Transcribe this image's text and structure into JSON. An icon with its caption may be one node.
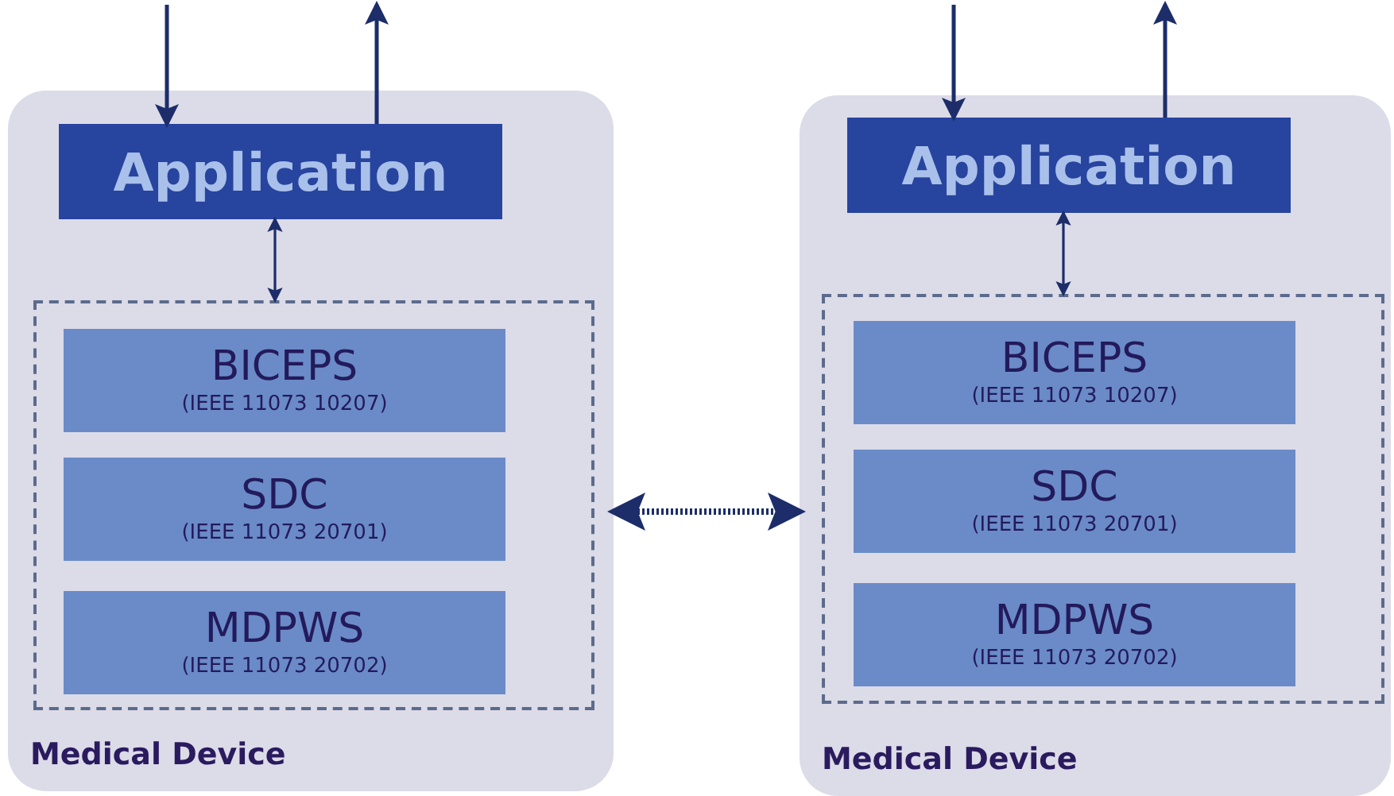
{
  "diagram": {
    "nodes": [
      {
        "text": [
          "Medical Device"
        ]
      },
      {
        "text": [
          "Application"
        ],
        "in": 0
      },
      {
        "text": [],
        "shape": "box",
        "in": 0
      },
      {
        "text": [
          "BICEPS",
          "(IEEE 11073 10207)"
        ],
        "in": 2
      },
      {
        "text": [
          "SDC",
          "(IEEE 11073 20701)"
        ],
        "in": 2
      },
      {
        "text": [
          "MDPWS",
          "(IEEE 11073 20702)"
        ],
        "in": 2
      },
      {
        "text": [
          "Medical Device"
        ]
      },
      {
        "text": [
          "Application"
        ],
        "in": 6
      },
      {
        "text": [],
        "shape": "box",
        "in": 6
      },
      {
        "text": [
          "BICEPS",
          "(IEEE 11073 10207)"
        ],
        "in": 8
      },
      {
        "text": [
          "SDC",
          "(IEEE 11073 20701)"
        ],
        "in": 8
      },
      {
        "text": [
          "MDPWS",
          "(IEEE 11073 20702)"
        ],
        "in": 8
      }
    ],
    "edges": [
      {
        "from": null,
        "to": 1,
        "arrow": "to"
      },
      {
        "from": 1,
        "to": null,
        "arrow": "to"
      },
      {
        "from": 1,
        "to": 2,
        "arrow": "both"
      },
      {
        "from": null,
        "to": 7,
        "arrow": "to"
      },
      {
        "from": 7,
        "to": null,
        "arrow": "to"
      },
      {
        "from": 7,
        "to": 8,
        "arrow": "both"
      },
      {
        "from": 0,
        "to": 6,
        "arrow": "both",
        "style": "dashed"
      }
    ]
  }
}
